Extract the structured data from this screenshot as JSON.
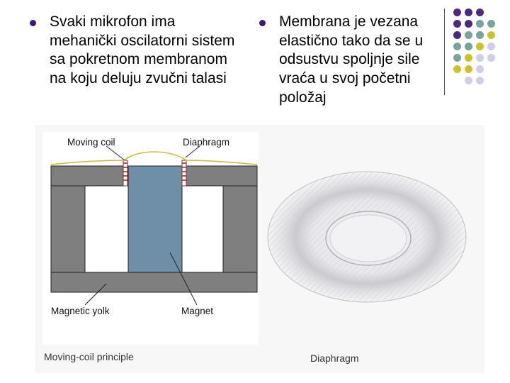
{
  "bullets": [
    {
      "text": "Svaki mikrofon ima mehanički oscilatorni sistem sa pokretnom membranom na koju deluju zvučni talasi"
    },
    {
      "text": "Membrana je vezana elastično tako da se u odsustvu spoljnje sile vraća u svoj početni položaj"
    }
  ],
  "figure": {
    "labels": {
      "moving_coil": "Moving coil",
      "diaphragm": "Diaphragm",
      "magnetic_yolk": "Magnetic yolk",
      "magnet": "Magnet"
    },
    "captions": {
      "left": "Moving-coil principle",
      "right": "Diaphragm"
    }
  },
  "colors": {
    "bullet": "#3a1a6e",
    "deco_purple": "#4b2a7b",
    "deco_teal": "#7aa3a0",
    "deco_olive": "#c8c42e",
    "deco_lavender": "#cfcde8",
    "yoke_gray": "#7f7f7f",
    "magnet_blue": "#6f8fa8"
  }
}
